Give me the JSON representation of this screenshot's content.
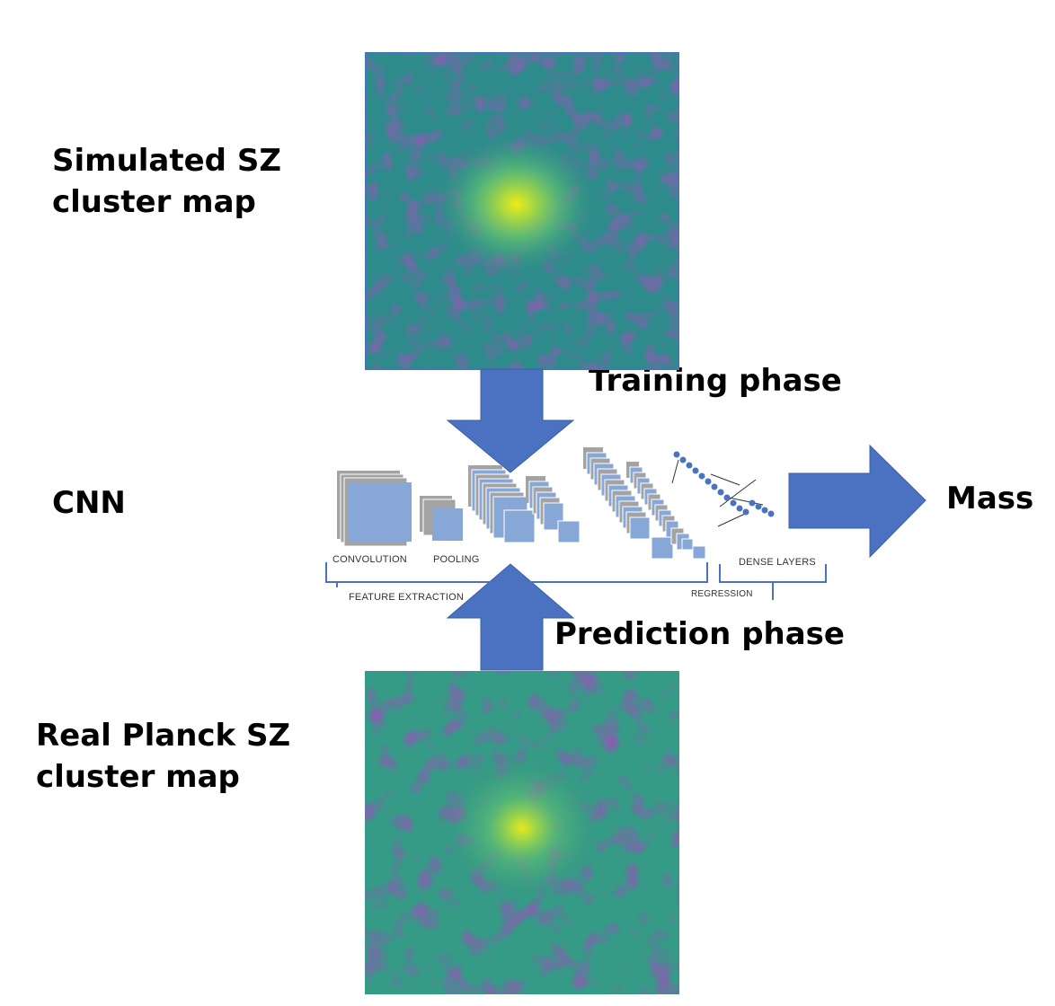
{
  "labels": {
    "simulated": "Simulated SZ\ncluster  map",
    "cnn": "CNN",
    "real": "Real Planck SZ\ncluster  map",
    "training": "Training phase",
    "prediction": "Prediction phase",
    "mass": "Mass"
  },
  "cnn_diagram": {
    "convolution": "CONVOLUTION",
    "pooling": "POOLING",
    "feature_extraction": "FEATURE EXTRACTION",
    "dense_layers": "DENSE LAYERS",
    "regression": "REGRESSION"
  },
  "colors": {
    "arrow": "#4a72c0",
    "layer_blue": "#87a7d7",
    "layer_gray": "#a3a3a3",
    "neuron": "#4a72c0",
    "bracket": "#4a72c0",
    "map_dark": "#3b1e6e",
    "map_mid": "#2f8f8c",
    "map_bright": "#e8e619"
  }
}
